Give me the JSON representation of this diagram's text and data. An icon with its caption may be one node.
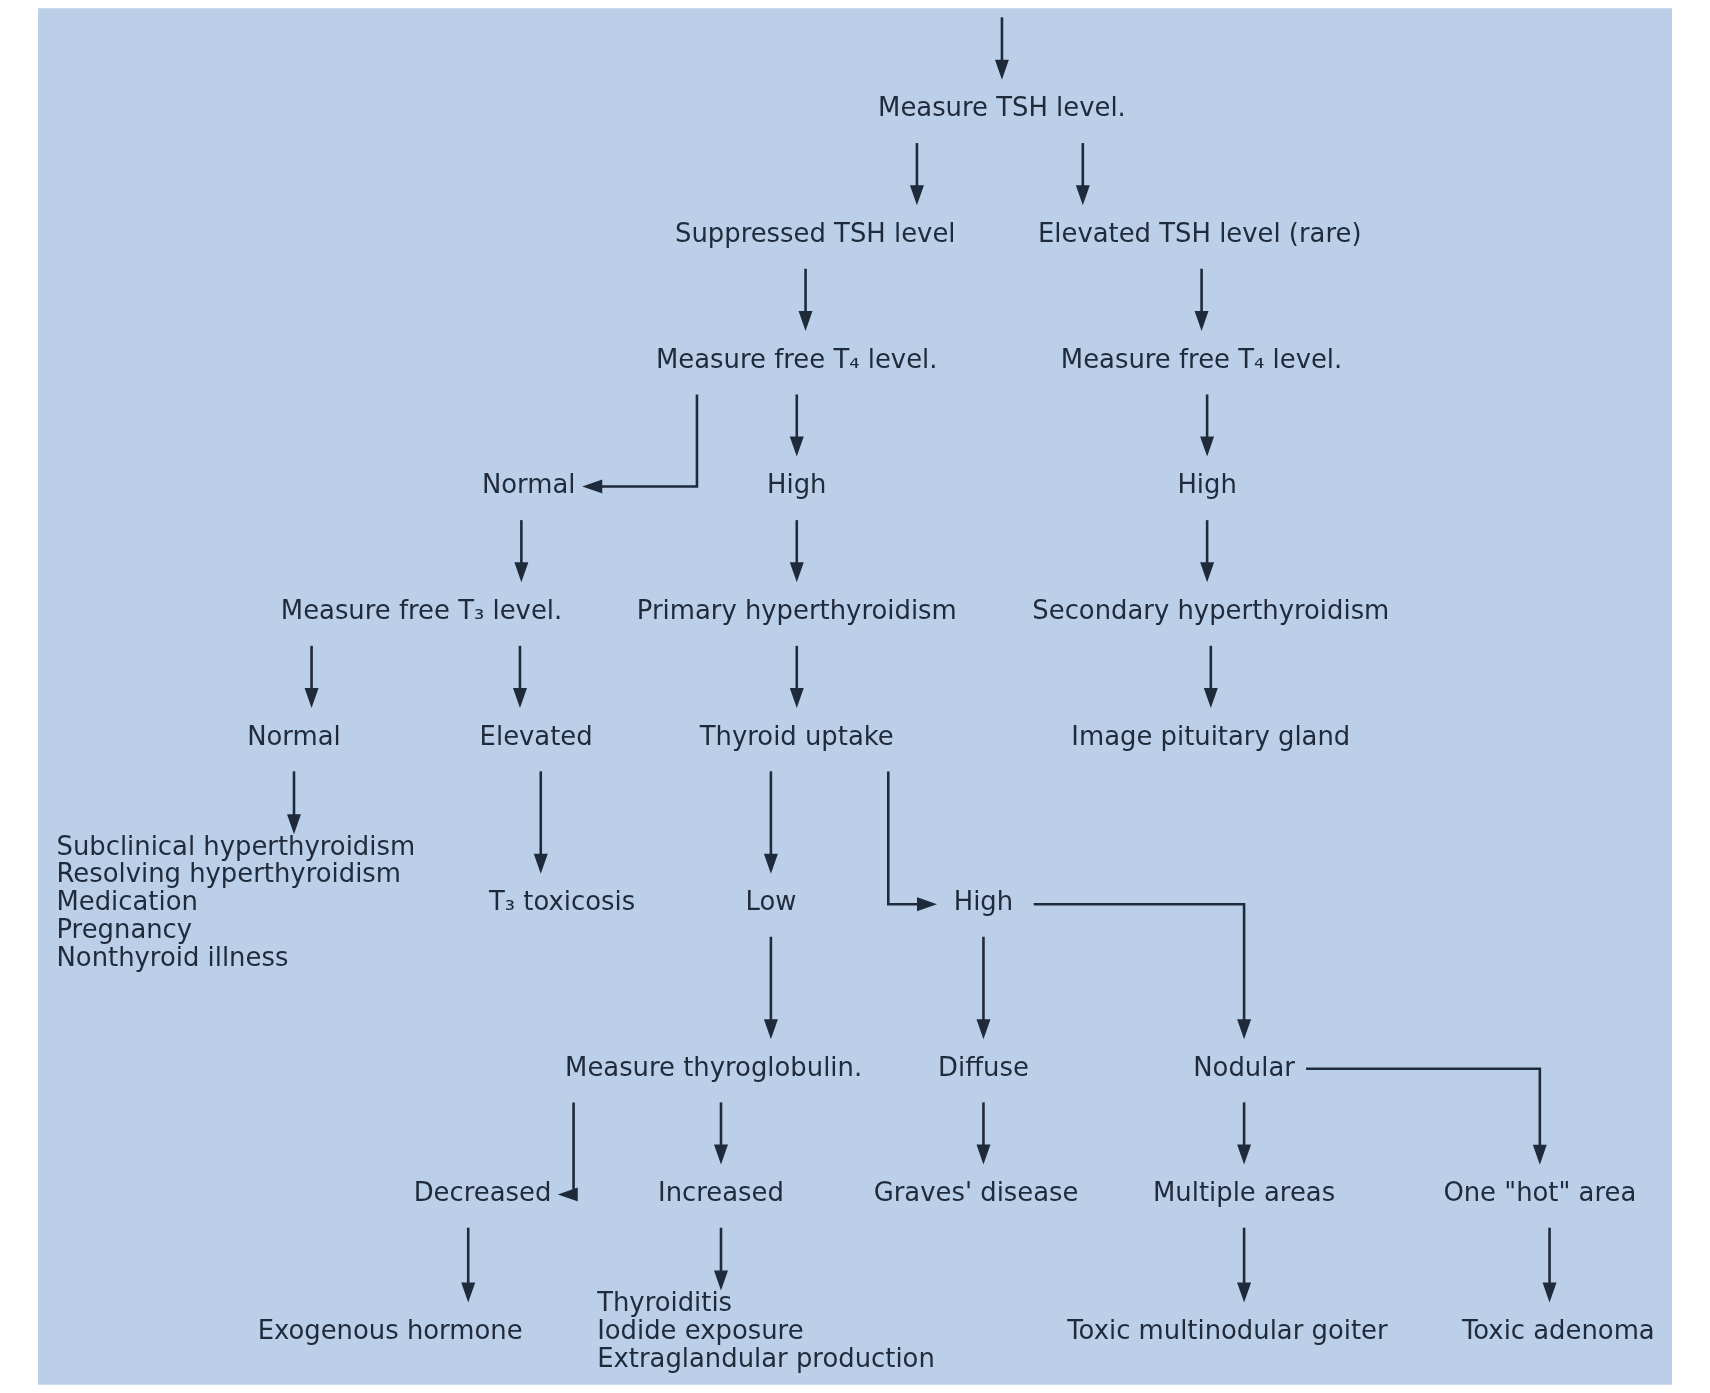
{
  "diagram": {
    "nodes": [
      {
        "text": [
          "Measure TSH level."
        ]
      },
      {
        "text": [
          "Suppressed TSH level"
        ]
      },
      {
        "text": [
          "Elevated TSH level (rare)"
        ]
      },
      {
        "text": [
          "Measure free T₄ level."
        ]
      },
      {
        "text": [
          "Measure free T₄ level."
        ]
      },
      {
        "text": [
          "Normal"
        ]
      },
      {
        "text": [
          "High"
        ]
      },
      {
        "text": [
          "High"
        ]
      },
      {
        "text": [
          "Measure free T₃ level."
        ]
      },
      {
        "text": [
          "Primary hyperthyroidism"
        ]
      },
      {
        "text": [
          "Secondary hyperthyroidism"
        ]
      },
      {
        "text": [
          "Normal"
        ]
      },
      {
        "text": [
          "Elevated"
        ]
      },
      {
        "text": [
          "Thyroid uptake"
        ]
      },
      {
        "text": [
          "Image pituitary gland"
        ]
      },
      {
        "text": [
          "Subclinical hyperthyroidism",
          "Resolving hyperthyroidism",
          "Medication",
          "Pregnancy",
          "Nonthyroid illness"
        ]
      },
      {
        "text": [
          "T₃ toxicosis"
        ]
      },
      {
        "text": [
          "Low"
        ]
      },
      {
        "text": [
          "High"
        ]
      },
      {
        "text": [
          "Measure thyroglobulin."
        ]
      },
      {
        "text": [
          "Diffuse"
        ]
      },
      {
        "text": [
          "Nodular"
        ]
      },
      {
        "text": [
          "Decreased"
        ]
      },
      {
        "text": [
          "Increased"
        ]
      },
      {
        "text": [
          "Graves' disease"
        ]
      },
      {
        "text": [
          "Multiple areas"
        ]
      },
      {
        "text": [
          "One \"hot\" area"
        ]
      },
      {
        "text": [
          "Exogenous hormone"
        ]
      },
      {
        "text": [
          "Thyroiditis",
          "Iodide exposure",
          "Extraglandular production"
        ]
      },
      {
        "text": [
          "Toxic multinodular goiter"
        ]
      },
      {
        "text": [
          "Toxic adenoma"
        ]
      }
    ],
    "edges": [
      {
        "from": null,
        "to": 0,
        "arrow": "to"
      },
      {
        "from": 0,
        "to": 1,
        "arrow": "to"
      },
      {
        "from": 0,
        "to": 2,
        "arrow": "to"
      },
      {
        "from": 1,
        "to": 3,
        "arrow": "to"
      },
      {
        "from": 2,
        "to": 4,
        "arrow": "to"
      },
      {
        "from": 3,
        "to": 5,
        "arrow": "to"
      },
      {
        "from": 3,
        "to": 6,
        "arrow": "to"
      },
      {
        "from": 4,
        "to": 7,
        "arrow": "to"
      },
      {
        "from": 7,
        "to": 10,
        "arrow": "to"
      },
      {
        "from": 10,
        "to": 14,
        "arrow": "to"
      },
      {
        "from": 5,
        "to": 8,
        "arrow": "to"
      },
      {
        "from": 6,
        "to": 9,
        "arrow": "to"
      },
      {
        "from": 9,
        "to": 13,
        "arrow": "to"
      },
      {
        "from": 8,
        "to": 11,
        "arrow": "to"
      },
      {
        "from": 8,
        "to": 12,
        "arrow": "to"
      },
      {
        "from": 11,
        "to": 15,
        "arrow": "to"
      },
      {
        "from": 12,
        "to": 16,
        "arrow": "to"
      },
      {
        "from": 13,
        "to": 17,
        "arrow": "to"
      },
      {
        "from": 13,
        "to": 18,
        "arrow": "to"
      },
      {
        "from": 17,
        "to": 19,
        "arrow": "to"
      },
      {
        "from": 18,
        "to": 20,
        "arrow": "to"
      },
      {
        "from": 18,
        "to": 21,
        "arrow": "to"
      },
      {
        "from": 19,
        "to": 22,
        "arrow": "to"
      },
      {
        "from": 19,
        "to": 23,
        "arrow": "to"
      },
      {
        "from": 20,
        "to": 24,
        "arrow": "to"
      },
      {
        "from": 21,
        "to": 25,
        "arrow": "to"
      },
      {
        "from": 21,
        "to": 26,
        "arrow": "to"
      },
      {
        "from": 22,
        "to": 27,
        "arrow": "to"
      },
      {
        "from": 23,
        "to": 28,
        "arrow": "to"
      },
      {
        "from": 25,
        "to": 29,
        "arrow": "to"
      },
      {
        "from": 26,
        "to": 30,
        "arrow": "to"
      }
    ]
  }
}
